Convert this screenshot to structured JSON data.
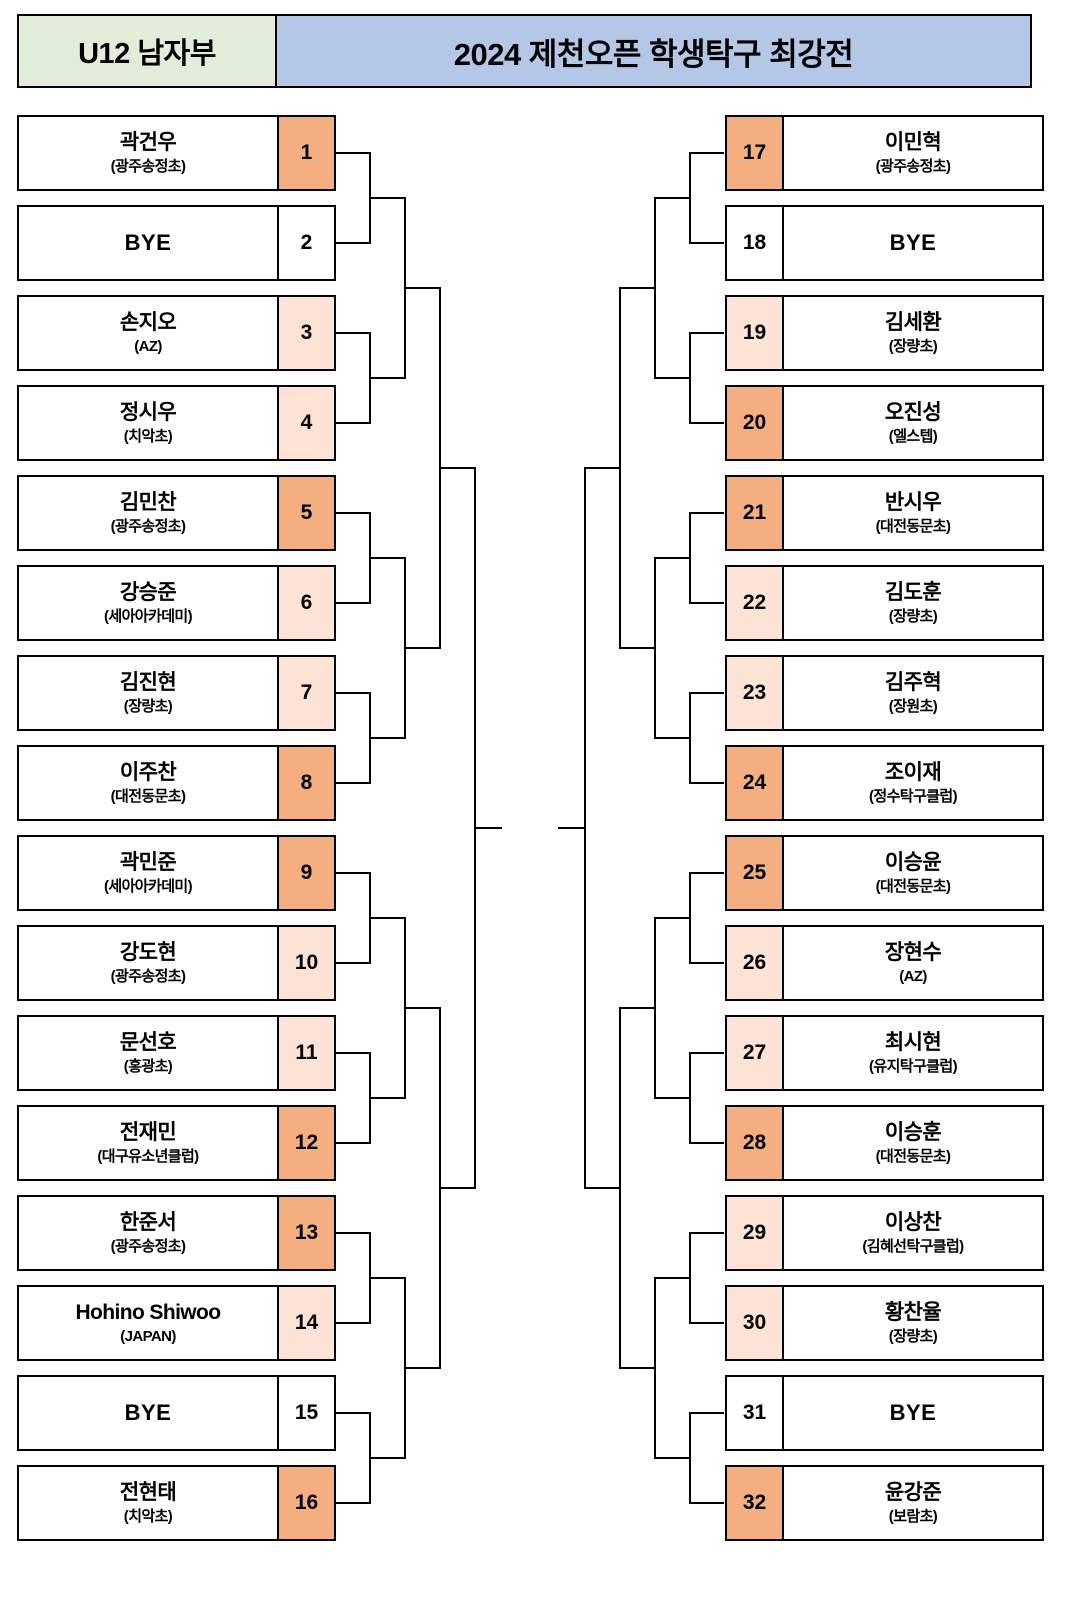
{
  "header": {
    "category": "U12 남자부",
    "title": "2024 제천오픈 학생탁구 최강전",
    "category_bg": "#E2EDD9",
    "title_bg": "#B4C7E7"
  },
  "legend": {
    "seed_dark": "#F4AE80",
    "seed_light": "#FCE3D5",
    "seed_none": "#FFFFFF"
  },
  "bracket": {
    "type": "single-elimination",
    "size": 32,
    "left": [
      {
        "seed": "1",
        "name": "곽건우",
        "club": "(광주송정초)",
        "shade": "dark"
      },
      {
        "seed": "2",
        "name": "BYE",
        "club": "",
        "shade": "none"
      },
      {
        "seed": "3",
        "name": "손지오",
        "club": "(AZ)",
        "shade": "light"
      },
      {
        "seed": "4",
        "name": "정시우",
        "club": "(치악초)",
        "shade": "light"
      },
      {
        "seed": "5",
        "name": "김민찬",
        "club": "(광주송정초)",
        "shade": "dark"
      },
      {
        "seed": "6",
        "name": "강승준",
        "club": "(세아아카데미)",
        "shade": "light"
      },
      {
        "seed": "7",
        "name": "김진현",
        "club": "(장량초)",
        "shade": "light"
      },
      {
        "seed": "8",
        "name": "이주찬",
        "club": "(대전동문초)",
        "shade": "dark"
      },
      {
        "seed": "9",
        "name": "곽민준",
        "club": "(세아아카데미)",
        "shade": "dark"
      },
      {
        "seed": "10",
        "name": "강도현",
        "club": "(광주송정초)",
        "shade": "light"
      },
      {
        "seed": "11",
        "name": "문선호",
        "club": "(홍광초)",
        "shade": "light"
      },
      {
        "seed": "12",
        "name": "전재민",
        "club": "(대구유소년클럽)",
        "shade": "dark"
      },
      {
        "seed": "13",
        "name": "한준서",
        "club": "(광주송정초)",
        "shade": "dark"
      },
      {
        "seed": "14",
        "name": "Hohino Shiwoo",
        "club": "(JAPAN)",
        "shade": "light"
      },
      {
        "seed": "15",
        "name": "BYE",
        "club": "",
        "shade": "none"
      },
      {
        "seed": "16",
        "name": "전현태",
        "club": "(치악초)",
        "shade": "dark"
      }
    ],
    "right": [
      {
        "seed": "17",
        "name": "이민혁",
        "club": "(광주송정초)",
        "shade": "dark"
      },
      {
        "seed": "18",
        "name": "BYE",
        "club": "",
        "shade": "none"
      },
      {
        "seed": "19",
        "name": "김세환",
        "club": "(장량초)",
        "shade": "light"
      },
      {
        "seed": "20",
        "name": "오진성",
        "club": "(엘스텝)",
        "shade": "dark"
      },
      {
        "seed": "21",
        "name": "반시우",
        "club": "(대전동문초)",
        "shade": "dark"
      },
      {
        "seed": "22",
        "name": "김도훈",
        "club": "(장량초)",
        "shade": "light"
      },
      {
        "seed": "23",
        "name": "김주혁",
        "club": "(장원초)",
        "shade": "light"
      },
      {
        "seed": "24",
        "name": "조이재",
        "club": "(정수탁구클럽)",
        "shade": "dark"
      },
      {
        "seed": "25",
        "name": "이승윤",
        "club": "(대전동문초)",
        "shade": "dark"
      },
      {
        "seed": "26",
        "name": "장현수",
        "club": "(AZ)",
        "shade": "light"
      },
      {
        "seed": "27",
        "name": "최시현",
        "club": "(유지탁구클럽)",
        "shade": "light"
      },
      {
        "seed": "28",
        "name": "이승훈",
        "club": "(대전동문초)",
        "shade": "dark"
      },
      {
        "seed": "29",
        "name": "이상찬",
        "club": "(김혜선탁구클럽)",
        "shade": "light"
      },
      {
        "seed": "30",
        "name": "황찬율",
        "club": "(장량초)",
        "shade": "light"
      },
      {
        "seed": "31",
        "name": "BYE",
        "club": "",
        "shade": "none"
      },
      {
        "seed": "32",
        "name": "윤강준",
        "club": "(보람초)",
        "shade": "dark"
      }
    ]
  }
}
